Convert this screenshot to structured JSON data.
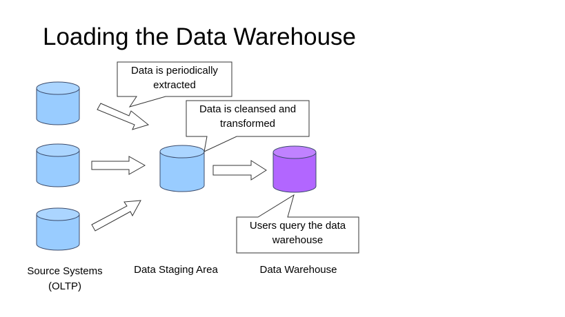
{
  "title": "Loading the Data Warehouse",
  "colors": {
    "source_db": "#99ccff",
    "staging_db": "#99ccff",
    "warehouse_db": "#b266ff",
    "outline": "#3a4a6a",
    "arrow_fill": "#ffffff"
  },
  "callouts": {
    "extract": {
      "line1": "Data is periodically",
      "line2": "extracted"
    },
    "transform": {
      "line1": "Data is cleansed and",
      "line2": "transformed"
    },
    "query": {
      "line1": "Users query the data",
      "line2": "warehouse"
    }
  },
  "labels": {
    "source": {
      "line1": "Source Systems",
      "line2": "(OLTP)"
    },
    "staging": "Data Staging Area",
    "warehouse": "Data Warehouse"
  },
  "nodes": [
    {
      "id": "source-1",
      "type": "database"
    },
    {
      "id": "source-2",
      "type": "database"
    },
    {
      "id": "source-3",
      "type": "database"
    },
    {
      "id": "staging",
      "type": "database"
    },
    {
      "id": "warehouse",
      "type": "database"
    }
  ]
}
